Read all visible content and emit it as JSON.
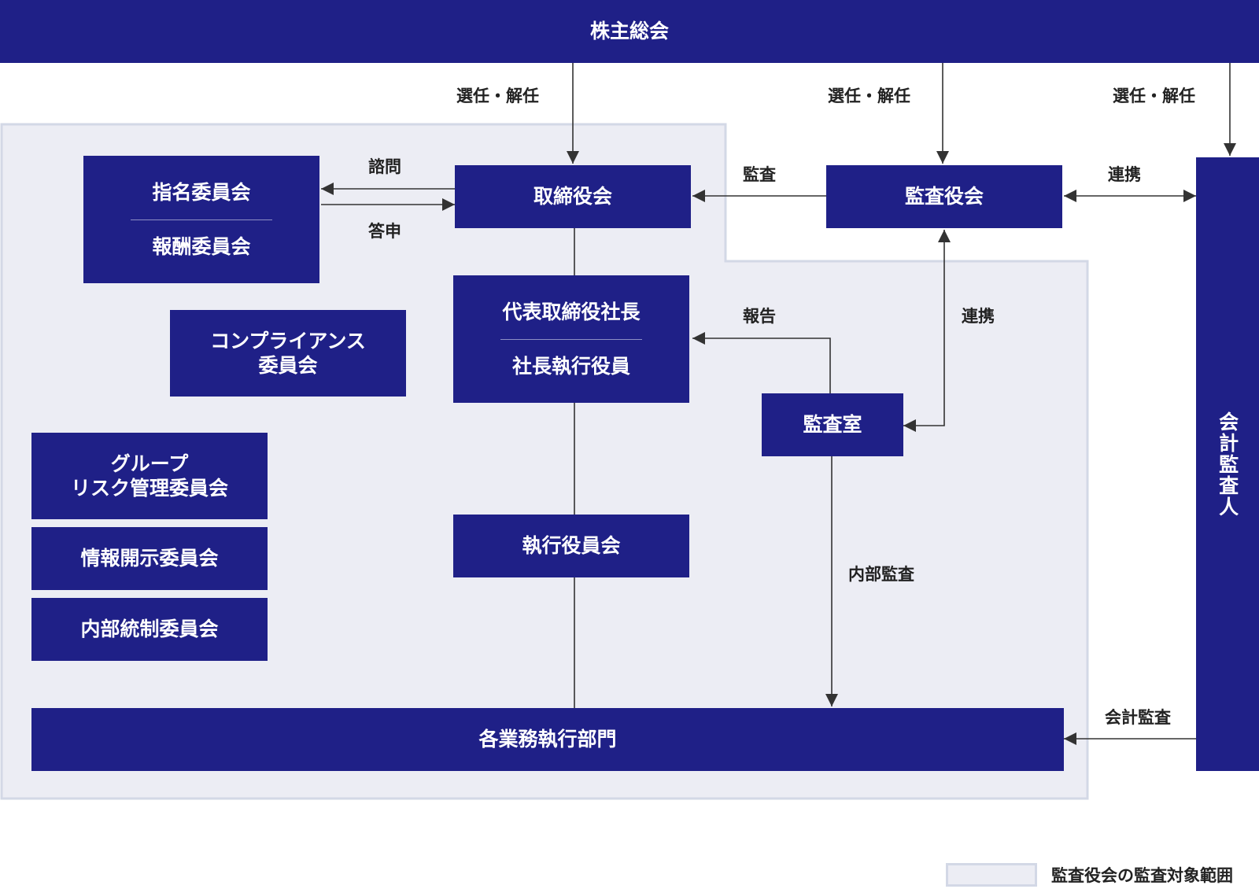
{
  "nodes": {
    "shareholders": "株主総会",
    "nomination": "指名委員会",
    "compensation": "報酬委員会",
    "board": "取締役会",
    "audit_board": "監査役会",
    "president": "代表取締役社長",
    "president_officer": "社長執行役員",
    "compliance": "コンプライアンス\n委員会",
    "audit_office": "監査室",
    "group_risk": "グループ\nリスク管理委員会",
    "disclosure": "情報開示委員会",
    "internal_control": "内部統制委員会",
    "exec_committee": "執行役員会",
    "business_depts": "各業務執行部門",
    "accounting_auditor": "会計監査人"
  },
  "edges": {
    "elect1": "選任・解任",
    "elect2": "選任・解任",
    "elect3": "選任・解任",
    "consult": "諮問",
    "answer": "答申",
    "audit": "監査",
    "coop1": "連携",
    "report": "報告",
    "coop2": "連携",
    "internal_audit": "内部監査",
    "accounting_audit": "会計監査"
  },
  "legend": {
    "scope_label": "監査役会の監査対象範囲"
  },
  "colors": {
    "box": "#1f2087",
    "scope_fill": "#ecedf4",
    "scope_border": "#d3d8e6",
    "line": "#333333"
  }
}
